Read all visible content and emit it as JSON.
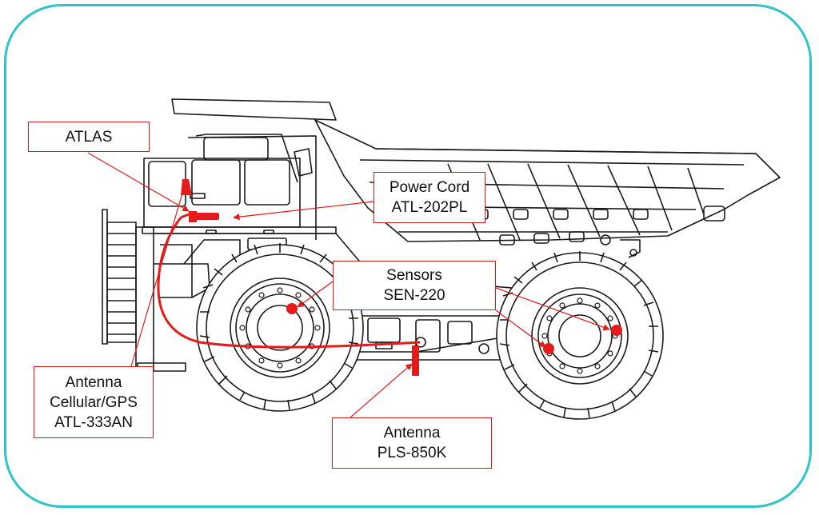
{
  "colors": {
    "frame": "#2ec4c8",
    "accent": "#e31b1b",
    "outline": "#1a1a1a"
  },
  "callouts": {
    "atlas": {
      "lines": [
        "ATLAS"
      ]
    },
    "power_cord": {
      "lines": [
        "Power Cord",
        "ATL-202PL"
      ]
    },
    "sensors": {
      "lines": [
        "Sensors",
        "SEN-220"
      ]
    },
    "antenna_cellular": {
      "lines": [
        "Antenna",
        "Cellular/GPS",
        "ATL-333AN"
      ]
    },
    "antenna_pls": {
      "lines": [
        "Antenna",
        "PLS-850K"
      ]
    }
  }
}
